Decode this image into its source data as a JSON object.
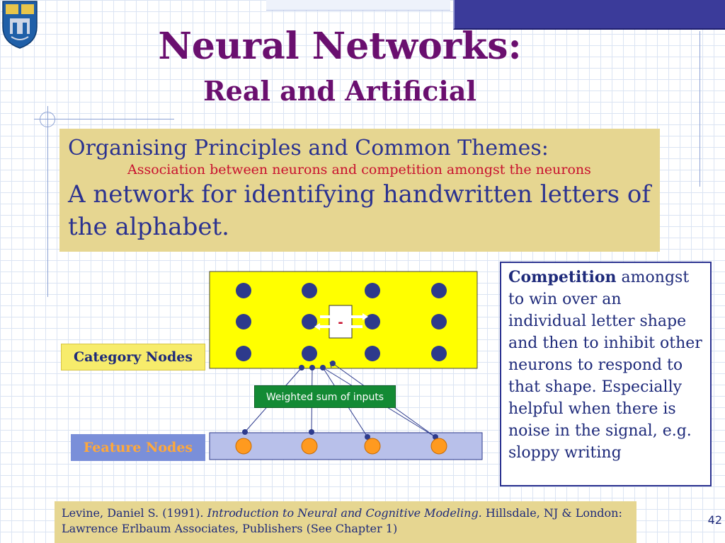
{
  "slide": {
    "title": "Neural Networks:",
    "subtitle": "Real and Artificial",
    "page_number": "42"
  },
  "themes": {
    "heading": "Organising Principles and Common Themes:",
    "subheading": "Association between neurons and competition amongst the neurons",
    "main": "A network for identifying handwritten letters of the alphabet."
  },
  "competition": {
    "bold": "Competition",
    "rest": " amongst to win over an individual letter shape and then to inhibit other neurons to respond to that shape. Especially helpful when there is noise in the signal, e.g. sloppy writing"
  },
  "diagram": {
    "category_label": "Category Nodes",
    "feature_label": "Feature Nodes",
    "weighted_label": "Weighted sum of inputs",
    "inhibition_sign": "-",
    "colors": {
      "category_fill": "#ffff00",
      "category_node": "#2d3a8c",
      "feature_fill": "#b8c0ea",
      "feature_node": "#ff9a1f",
      "connection": "#2d3a8c"
    }
  },
  "reference": {
    "prefix": "Levine, Daniel S.  (1991).  ",
    "title": "Introduction to Neural and Cognitive Modeling.",
    "suffix": "  Hillsdale, NJ & London: Lawrence Erlbaum Associates, Publishers (See Chapter 1)"
  }
}
